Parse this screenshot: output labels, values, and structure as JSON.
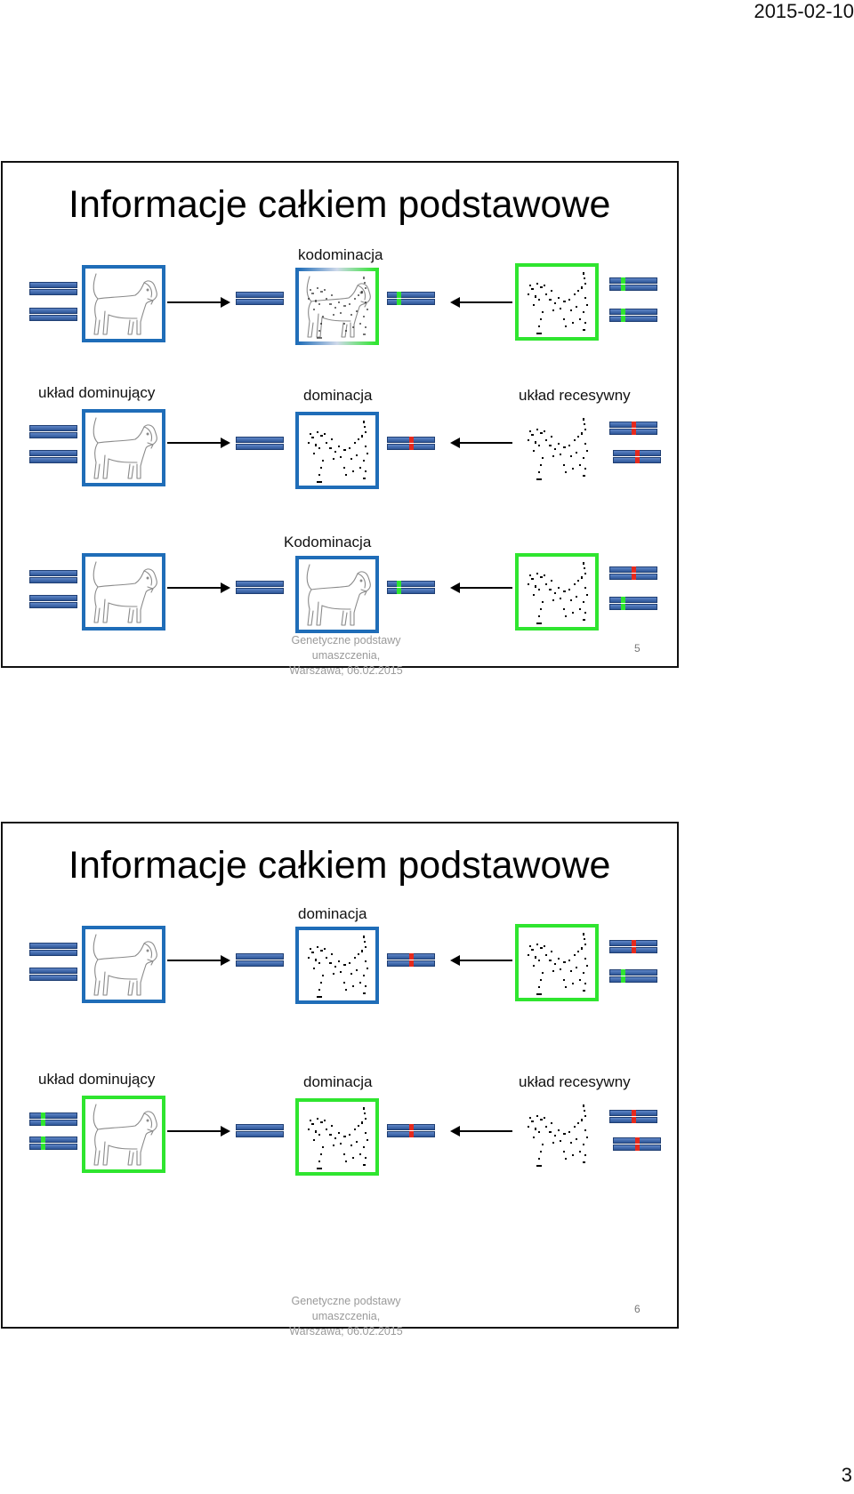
{
  "page": {
    "date": "2015-02-10",
    "number": "3"
  },
  "slides": [
    {
      "title": "Informacje całkiem podstawowe",
      "footer_line1": "Genetyczne podstawy umaszczenia,",
      "footer_line2": "Warszawa; 06.02.2015",
      "number": "5",
      "labels": {
        "row1_center": "kodominacja",
        "row2_left": "układ dominujący",
        "row2_center": "dominacja",
        "row2_right": "układ recesywny",
        "row3_center": "Kodominacja"
      }
    },
    {
      "title": "Informacje całkiem podstawowe",
      "footer_line1": "Genetyczne podstawy umaszczenia,",
      "footer_line2": "Warszawa; 06.02.2015",
      "number": "6",
      "labels": {
        "row1_center": "dominacja",
        "row2_left": "układ dominujący",
        "row2_center": "dominacja",
        "row2_right": "układ recesywny"
      }
    }
  ],
  "colors": {
    "blue_frame": "#1f6db8",
    "green_frame": "#2fe52f",
    "dominant_allele": "#2fe52f",
    "recessive_allele": "#e52a1d",
    "chromosome": "#3b64a8"
  },
  "icons": [
    "dog-outline-illustration",
    "dog-dotted-illustration",
    "arrow-right-icon",
    "arrow-left-icon"
  ]
}
